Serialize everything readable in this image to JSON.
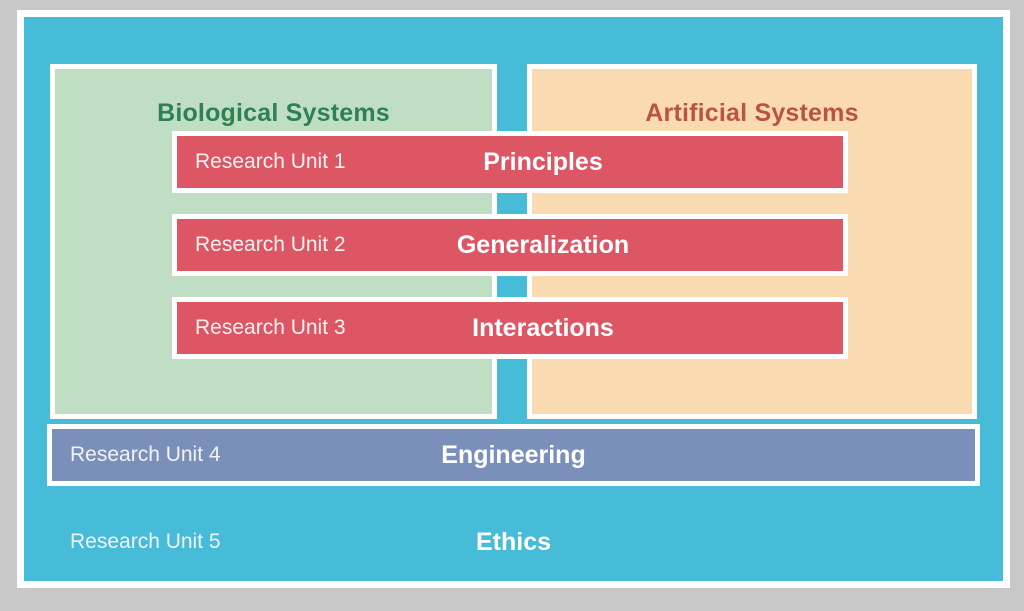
{
  "figure": {
    "background_color": "#c8c8c8",
    "container_color": "#46bcd8",
    "frame_color": "#ffffff"
  },
  "panels": [
    {
      "id": "biological-systems",
      "title": "Biological Systems",
      "fill": "#bfdec4",
      "text_color": "#2d8250"
    },
    {
      "id": "artificial-systems",
      "title": "Artificial Systems",
      "fill": "#fadab0",
      "text_color": "#bb5343"
    }
  ],
  "units": [
    {
      "id": "research-unit-1",
      "label": "Research Unit 1",
      "title": "Principles",
      "fill": "#dd5663",
      "span": "both-panels"
    },
    {
      "id": "research-unit-2",
      "label": "Research Unit 2",
      "title": "Generalization",
      "fill": "#dd5663",
      "span": "both-panels"
    },
    {
      "id": "research-unit-3",
      "label": "Research Unit 3",
      "title": "Interactions",
      "fill": "#dd5663",
      "span": "both-panels"
    },
    {
      "id": "research-unit-4",
      "label": "Research Unit 4",
      "title": "Engineering",
      "fill": "#7b8fbb",
      "span": "full-width"
    },
    {
      "id": "research-unit-5",
      "label": "Research Unit 5",
      "title": "Ethics",
      "fill": "#46bcd8",
      "span": "full-width"
    }
  ]
}
